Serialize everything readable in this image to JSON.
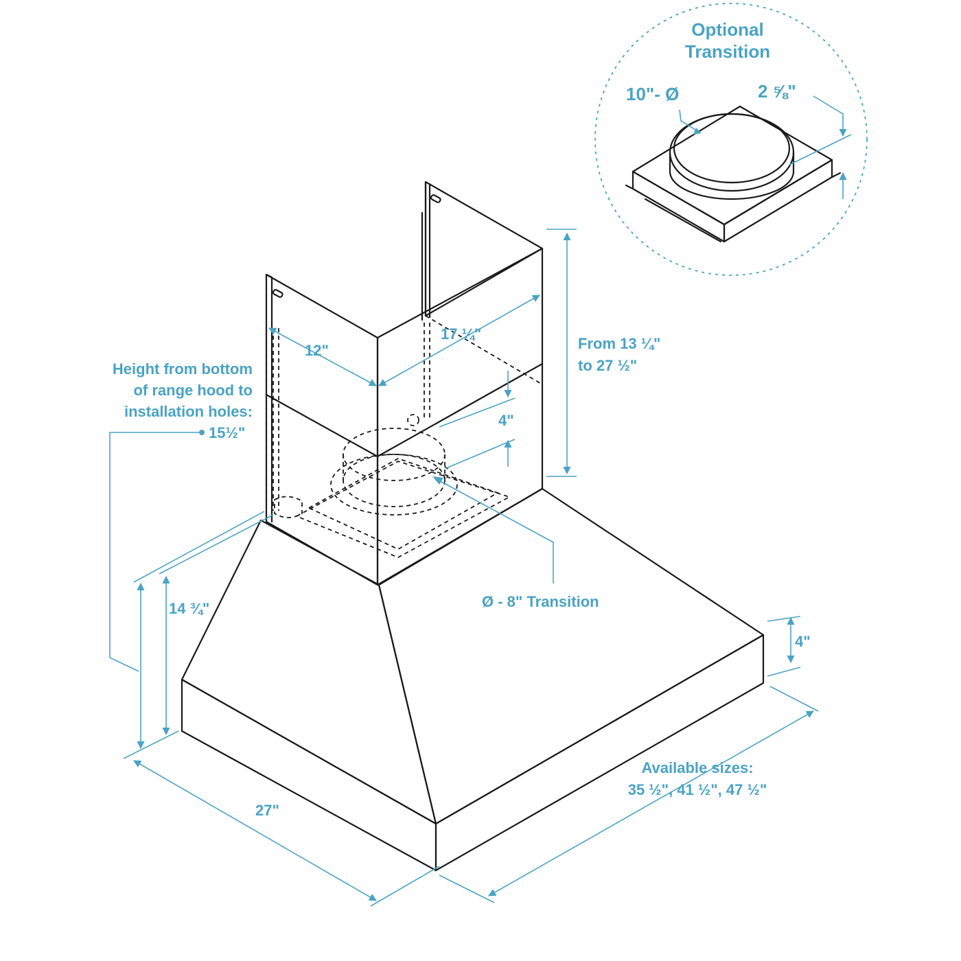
{
  "insert": {
    "title_line1": "Optional",
    "title_line2": "Transition",
    "diameter": "10\"- Ø",
    "height": "2 ⅝\""
  },
  "labels": {
    "width_12": "12\"",
    "depth_17": "17 ¼\"",
    "chimney_range_line1": "From 13 ¼\"",
    "chimney_range_line2": "to 27 ½\"",
    "collar_4": "4\"",
    "holes_line1": "Height from bottom",
    "holes_line2": "of range hood to",
    "holes_line3": "installation holes:",
    "holes_value": "15½\"",
    "transition_8": "Ø - 8\" Transition",
    "hood_height": "14 ¾\"",
    "front_4": "4\"",
    "depth_27": "27\"",
    "sizes_line1": "Available sizes:",
    "sizes_line2": "35 ½\", 41 ½\", 47 ½\""
  },
  "colors": {
    "line": "#1a1a1a",
    "dimension": "#4aa3c4",
    "background": "#ffffff"
  }
}
